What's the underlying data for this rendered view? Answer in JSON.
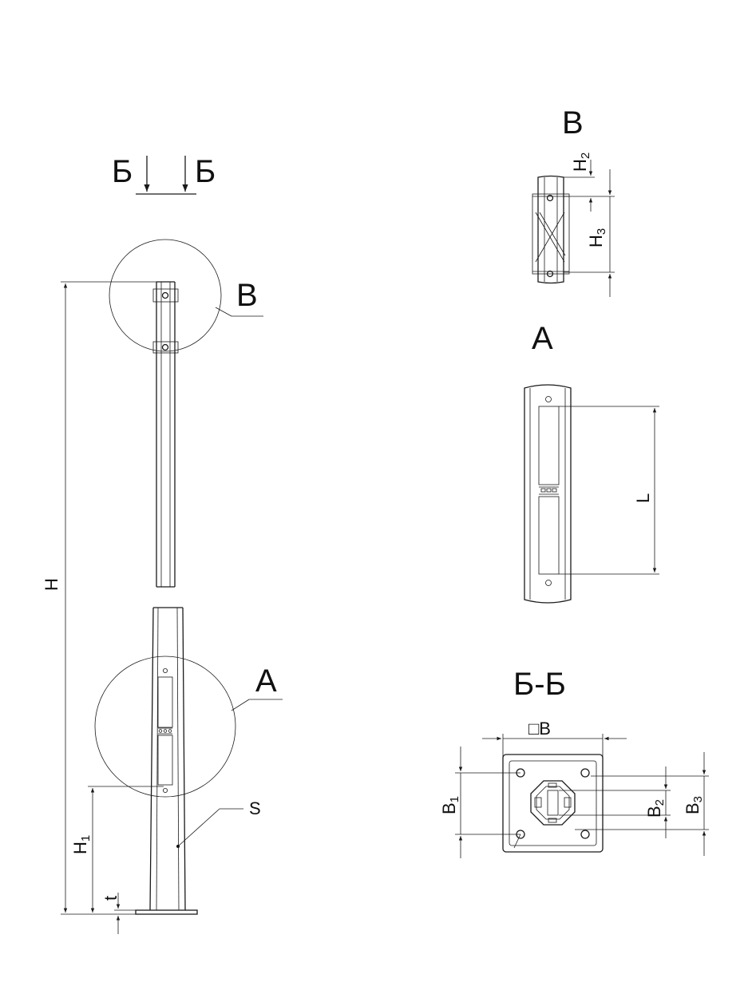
{
  "labels": {
    "section_left": "Б",
    "section_right": "Б",
    "detail_v_callout": "В",
    "detail_a_callout": "А",
    "detail_v_title": "В",
    "detail_a_title": "А",
    "section_title": "Б-Б"
  },
  "dimensions": {
    "H": "H",
    "H1": {
      "base": "H",
      "sub": "1"
    },
    "H2": {
      "base": "H",
      "sub": "2"
    },
    "H3": {
      "base": "H",
      "sub": "3"
    },
    "t": "t",
    "S": "S",
    "L": "L",
    "B_square": "□B",
    "B1": {
      "base": "B",
      "sub": "1"
    },
    "B2": {
      "base": "B",
      "sub": "2"
    },
    "B3": {
      "base": "B",
      "sub": "3"
    }
  }
}
